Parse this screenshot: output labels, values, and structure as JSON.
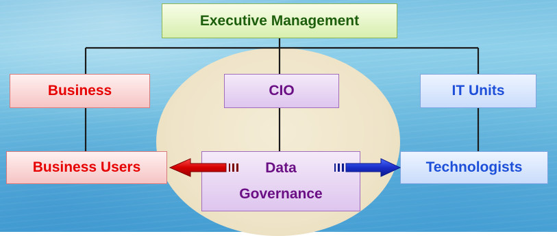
{
  "diagram": {
    "nodes": {
      "executive": "Executive Management",
      "business": "Business",
      "cio": "CIO",
      "it_units": "IT Units",
      "business_users": "Business Users",
      "data_governance": "Data Governance",
      "technologists": "Technologists"
    },
    "edges": [
      {
        "from": "executive",
        "to": "business"
      },
      {
        "from": "executive",
        "to": "cio"
      },
      {
        "from": "executive",
        "to": "it_units"
      },
      {
        "from": "business",
        "to": "business_users"
      },
      {
        "from": "cio",
        "to": "data_governance"
      },
      {
        "from": "it_units",
        "to": "technologists"
      },
      {
        "from": "data_governance",
        "to": "business_users",
        "type": "arrow",
        "color": "#d40000"
      },
      {
        "from": "data_governance",
        "to": "technologists",
        "type": "arrow",
        "color": "#1a2ec8"
      }
    ]
  }
}
